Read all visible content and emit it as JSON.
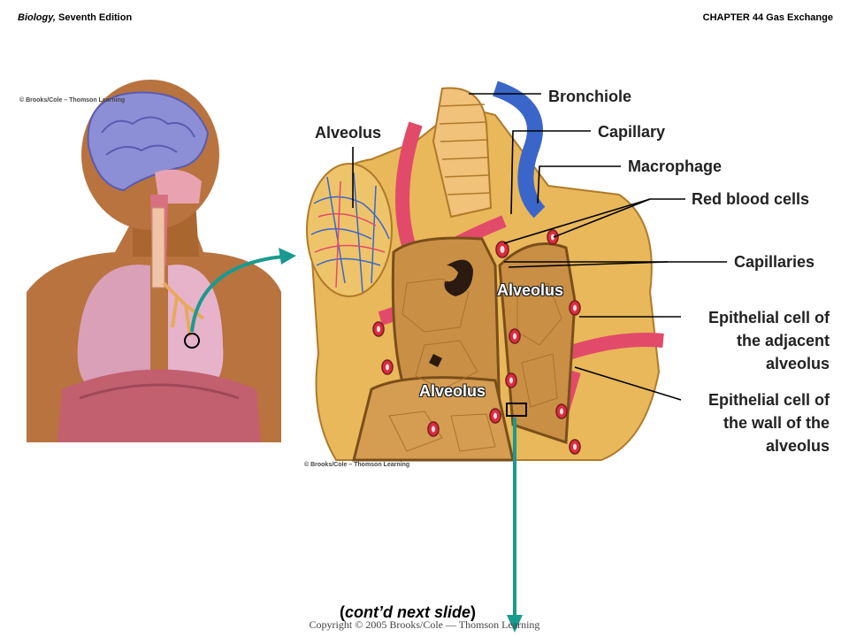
{
  "header": {
    "book_title": "Biology,",
    "edition": " Seventh Edition",
    "chapter": "CHAPTER 44 Gas Exchange"
  },
  "credits": {
    "left_image": "© Brooks/Cole – Thomson Learning",
    "right_image": "© Brooks/Cole – Thomson Learning"
  },
  "labels": {
    "bronchiole": "Bronchiole",
    "capillary": "Capillary",
    "alveolus_top": "Alveolus",
    "macrophage": "Macrophage",
    "red_blood_cells": "Red blood cells",
    "capillaries": "Capillaries",
    "alveolus_center": "Alveolus",
    "alveolus_bottom": "Alveolus",
    "epithelial_adjacent_1": "Epithelial cell of",
    "epithelial_adjacent_2": "the adjacent",
    "epithelial_adjacent_3": "alveolus",
    "epithelial_wall_1": "Epithelial cell of",
    "epithelial_wall_2": "the wall of the",
    "epithelial_wall_3": "alveolus"
  },
  "caption": "(cont’d next slide)",
  "footer": "Copyright © 2005 Brooks/Cole — Thomson Learning",
  "colors": {
    "skin": "#b8733f",
    "brain": "#8d8fd6",
    "lung": "#d9a0b8",
    "tissue": "#e8b85a",
    "artery": "#e24a6a",
    "vein": "#3a66c9",
    "arrow": "#1a9a8e"
  }
}
